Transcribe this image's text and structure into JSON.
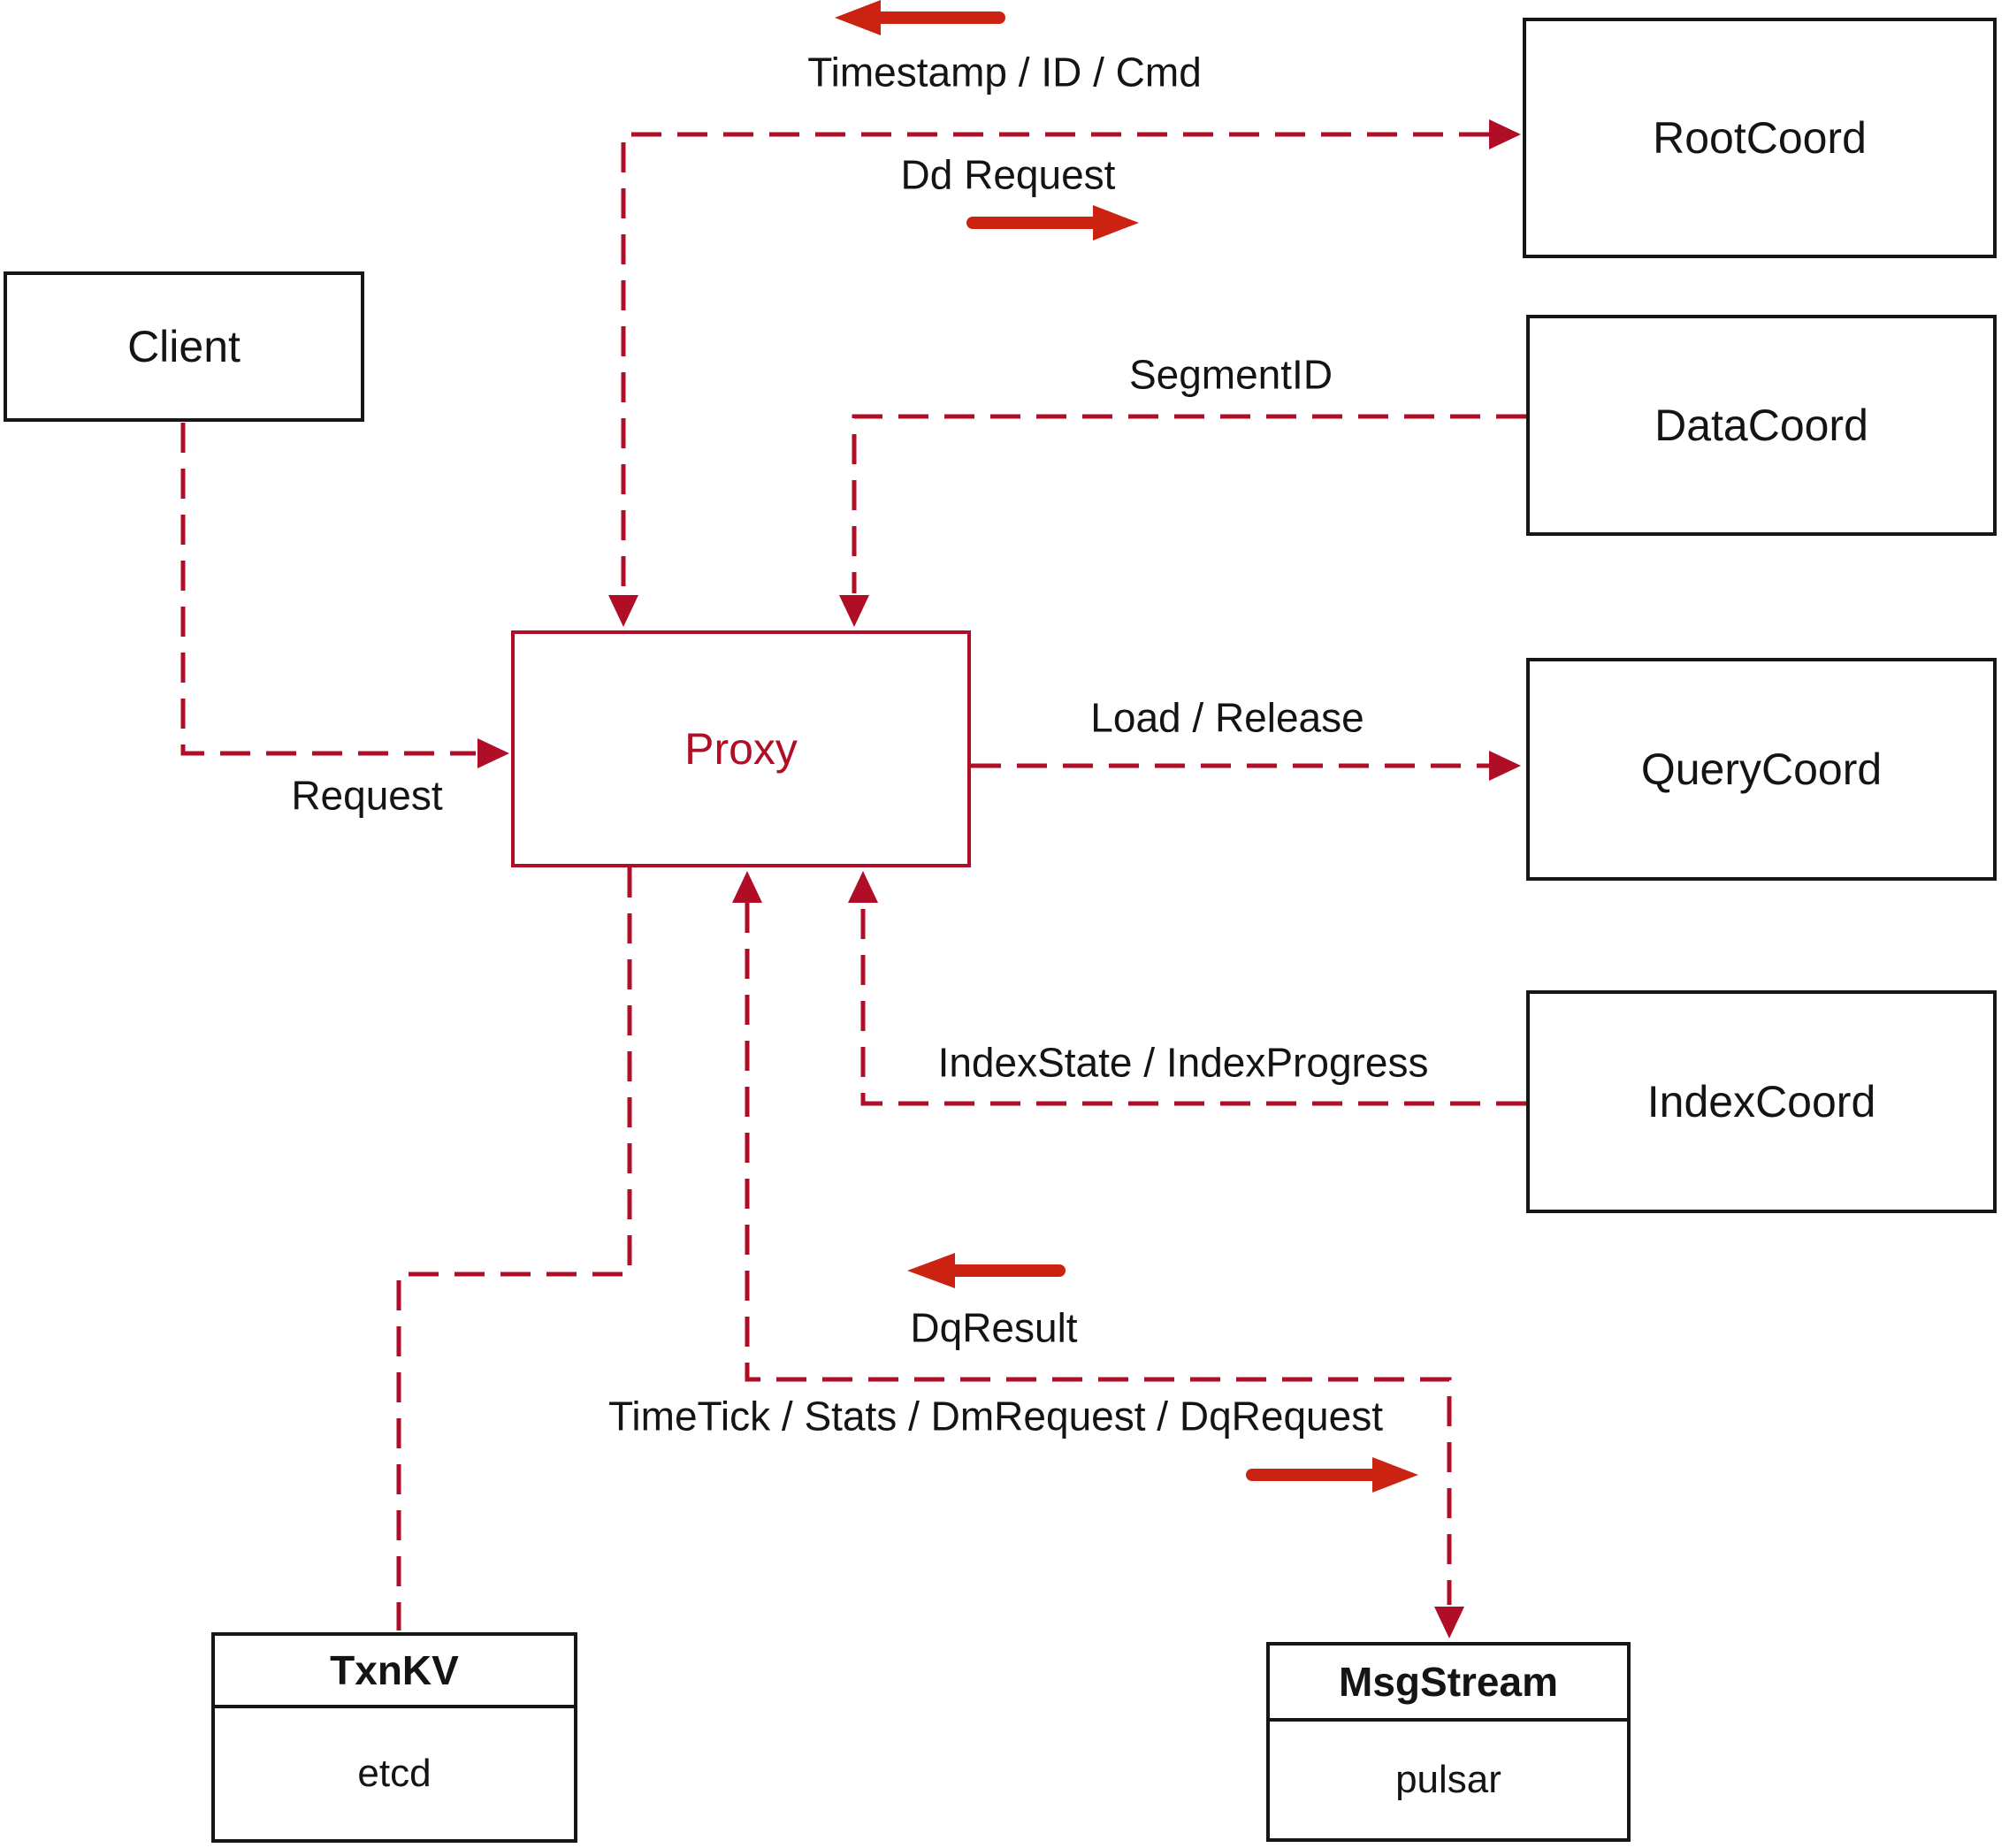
{
  "colors": {
    "connector_red": "#b00d26",
    "arrow_red": "#cc2211",
    "border_black": "#161616",
    "text_black": "#141414",
    "proxy_red": "#b00d26",
    "background": "#ffffff"
  },
  "nodes": {
    "client": {
      "label": "Client"
    },
    "proxy": {
      "label": "Proxy"
    },
    "root_coord": {
      "label": "RootCoord"
    },
    "data_coord": {
      "label": "DataCoord"
    },
    "query_coord": {
      "label": "QueryCoord"
    },
    "index_coord": {
      "label": "IndexCoord"
    },
    "txn_kv": {
      "title": "TxnKV",
      "impl": "etcd"
    },
    "msg_stream": {
      "title": "MsgStream",
      "impl": "pulsar"
    }
  },
  "edge_labels": {
    "timestamp_id_cmd": "Timestamp / ID / Cmd",
    "dd_request": "Dd Request",
    "segment_id": "SegmentID",
    "load_release": "Load / Release",
    "index_state_progress": "IndexState / IndexProgress",
    "request": "Request",
    "dq_result": "DqResult",
    "time_tick_stats": "TimeTick / Stats / DmRequest / DqRequest"
  }
}
